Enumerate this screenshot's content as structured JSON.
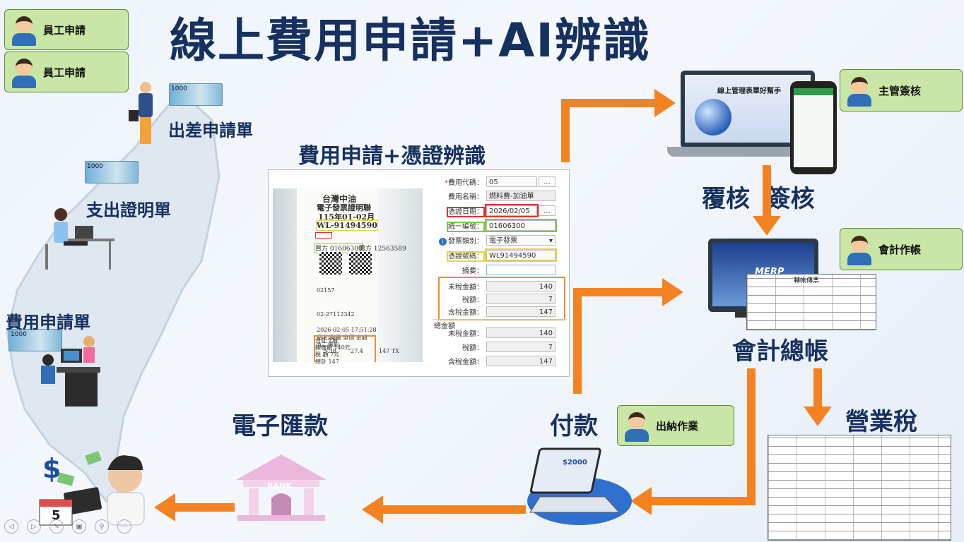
{
  "title": "線上費用申請+AI辨識",
  "tags": {
    "employee_apply_1": "員工申請",
    "employee_apply_2": "員工申請",
    "manager_sign": "主管簽核",
    "accounting": "會計作帳",
    "cashier": "出納作業"
  },
  "labels": {
    "travel_form": "出差申請單",
    "expense_proof": "支出證明單",
    "expense_form": "費用申請單",
    "panel_title": "費用申請+憑證辨識",
    "review_sign": "覆核  簽核",
    "general_ledger": "會計總帳",
    "business_tax": "營業稅",
    "payment": "付款",
    "wire_transfer": "電子匯款"
  },
  "bill_text": "1000",
  "bank_text": "BANK",
  "dollar": "$",
  "calendar_day": "5",
  "form": {
    "fee_code_label": "費用代碼：",
    "fee_code": "05",
    "fee_name_label": "費用名稱：",
    "fee_name": "燃料費-加油單",
    "date_label": "憑證日期：",
    "date": "2026/02/05",
    "tax_id_label": "統一編號：",
    "tax_id": "01606300",
    "invoice_type_label": "發票類別：",
    "invoice_type": "電子發票",
    "voucher_no_label": "憑證號碼：",
    "voucher_no": "WL91494590",
    "summary_label": "摘要：",
    "untaxed_label": "未稅金額：",
    "untaxed": "140",
    "tax_label": "稅額：",
    "tax": "7",
    "taxed_label": "含稅金額：",
    "taxed": "147",
    "total_title": "總金額",
    "total_untaxed": "140",
    "total_tax": "7",
    "total_taxed": "147",
    "lookup_btn": "..."
  },
  "receipt": {
    "store": "台灣中油",
    "title": "電子發票證明聯",
    "period": "115年01-02月",
    "number": "WL-91494590",
    "buyer": "買方 01606300",
    "seller": "賣方 12563589",
    "addr_code": "02157",
    "phone": "02-27112342",
    "date": "2026-02-05 17:51:28",
    "item_head": "品名/數量  單價  金額",
    "item": "九二無鉛",
    "qty": "5.38",
    "price": "27.4",
    "amount": "147 TX",
    "total1": "合計  1項",
    "total2": "銷售額  140元",
    "total3": "稅  額  7元",
    "total4": "總計  147"
  },
  "ui": {
    "software_title": "線上管理表單好幫手",
    "brand": "MERP",
    "ledger_title": "轉帳傳票",
    "laptop_label": "$2000"
  },
  "nav_controls": [
    "◁",
    "▷",
    "✎",
    "▣",
    "⚲",
    "⋯"
  ]
}
